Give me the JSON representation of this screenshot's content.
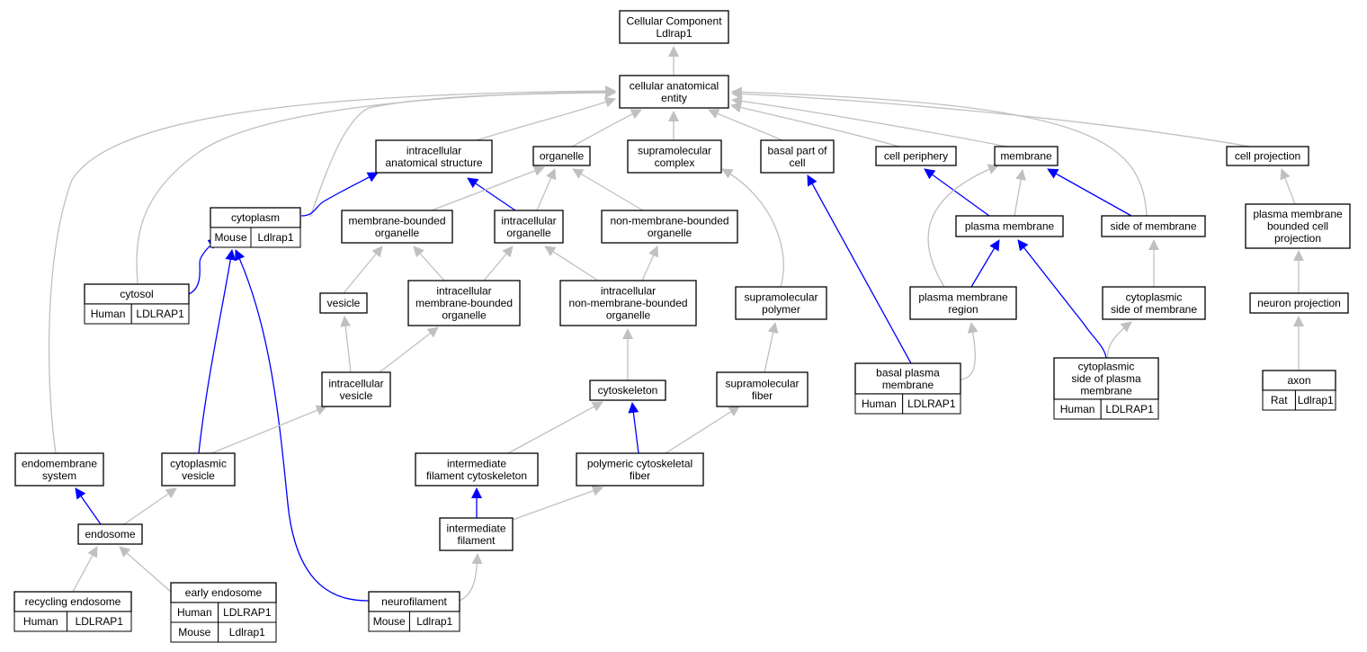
{
  "colors": {
    "is_a_edge": "#c0c0c0",
    "part_of_edge": "#0000ff",
    "human": "#ff6347",
    "mouse": "#add8e6",
    "rat": "#ffd700",
    "node_fill": "#ffffff",
    "node_border": "#000000"
  },
  "nodes": [
    {
      "id": "root",
      "lines": [
        "Cellular Component",
        "Ldlrap1"
      ]
    },
    {
      "id": "cae",
      "lines": [
        "cellular anatomical",
        "entity"
      ]
    },
    {
      "id": "ias",
      "lines": [
        "intracellular",
        "anatomical structure"
      ]
    },
    {
      "id": "organelle",
      "lines": [
        "organelle"
      ]
    },
    {
      "id": "supcomplex",
      "lines": [
        "supramolecular",
        "complex"
      ]
    },
    {
      "id": "basalpart",
      "lines": [
        "basal part of",
        "cell"
      ]
    },
    {
      "id": "cellper",
      "lines": [
        "cell periphery"
      ]
    },
    {
      "id": "membrane",
      "lines": [
        "membrane"
      ]
    },
    {
      "id": "cellproj",
      "lines": [
        "cell projection"
      ]
    },
    {
      "id": "cytoplasm",
      "lines": [
        "cytoplasm"
      ],
      "ann": [
        [
          "Mouse",
          "Ldlrap1"
        ]
      ]
    },
    {
      "id": "mbo",
      "lines": [
        "membrane-bounded",
        "organelle"
      ]
    },
    {
      "id": "intraorg",
      "lines": [
        "intracellular",
        "organelle"
      ]
    },
    {
      "id": "nmbo",
      "lines": [
        "non-membrane-bounded",
        "organelle"
      ]
    },
    {
      "id": "plasmamem",
      "lines": [
        "plasma membrane"
      ]
    },
    {
      "id": "sideofmem",
      "lines": [
        "side of membrane"
      ]
    },
    {
      "id": "pmbcp",
      "lines": [
        "plasma membrane",
        "bounded cell",
        "projection"
      ]
    },
    {
      "id": "cytosol",
      "lines": [
        "cytosol"
      ],
      "ann": [
        [
          "Human",
          "LDLRAP1"
        ]
      ]
    },
    {
      "id": "vesicle",
      "lines": [
        "vesicle"
      ]
    },
    {
      "id": "imbo",
      "lines": [
        "intracellular",
        "membrane-bounded",
        "organelle"
      ]
    },
    {
      "id": "inmbo",
      "lines": [
        "intracellular",
        "non-membrane-bounded",
        "organelle"
      ]
    },
    {
      "id": "suppolymer",
      "lines": [
        "supramolecular",
        "polymer"
      ]
    },
    {
      "id": "pmregion",
      "lines": [
        "plasma membrane",
        "region"
      ]
    },
    {
      "id": "cytosidemem",
      "lines": [
        "cytoplasmic",
        "side of membrane"
      ]
    },
    {
      "id": "neuronproj",
      "lines": [
        "neuron projection"
      ]
    },
    {
      "id": "intravesicle",
      "lines": [
        "intracellular",
        "vesicle"
      ]
    },
    {
      "id": "cytoskeleton",
      "lines": [
        "cytoskeleton"
      ]
    },
    {
      "id": "supfiber",
      "lines": [
        "supramolecular",
        "fiber"
      ]
    },
    {
      "id": "basalpm",
      "lines": [
        "basal plasma",
        "membrane"
      ],
      "ann": [
        [
          "Human",
          "LDLRAP1"
        ]
      ]
    },
    {
      "id": "cytosidepm",
      "lines": [
        "cytoplasmic",
        "side of plasma",
        "membrane"
      ],
      "ann": [
        [
          "Human",
          "LDLRAP1"
        ]
      ]
    },
    {
      "id": "axon",
      "lines": [
        "axon"
      ],
      "ann": [
        [
          "Rat",
          "Ldlrap1"
        ]
      ]
    },
    {
      "id": "endomem",
      "lines": [
        "endomembrane",
        "system"
      ]
    },
    {
      "id": "cytovesicle",
      "lines": [
        "cytoplasmic",
        "vesicle"
      ]
    },
    {
      "id": "ifcyto",
      "lines": [
        "intermediate",
        "filament cytoskeleton"
      ]
    },
    {
      "id": "polyfiber",
      "lines": [
        "polymeric cytoskeletal",
        "fiber"
      ]
    },
    {
      "id": "endosome",
      "lines": [
        "endosome"
      ]
    },
    {
      "id": "intfil",
      "lines": [
        "intermediate",
        "filament"
      ]
    },
    {
      "id": "recendo",
      "lines": [
        "recycling endosome"
      ],
      "ann": [
        [
          "Human",
          "LDLRAP1"
        ]
      ]
    },
    {
      "id": "earlyendo",
      "lines": [
        "early endosome"
      ],
      "ann": [
        [
          "Human",
          "LDLRAP1"
        ],
        [
          "Mouse",
          "Ldlrap1"
        ]
      ]
    },
    {
      "id": "neurofil",
      "lines": [
        "neurofilament"
      ],
      "ann": [
        [
          "Mouse",
          "Ldlrap1"
        ]
      ]
    }
  ],
  "edges": [
    {
      "from": "cae",
      "to": "root",
      "rel": "is_a"
    },
    {
      "from": "ias",
      "to": "cae",
      "rel": "is_a"
    },
    {
      "from": "organelle",
      "to": "cae",
      "rel": "is_a"
    },
    {
      "from": "supcomplex",
      "to": "cae",
      "rel": "is_a"
    },
    {
      "from": "basalpart",
      "to": "cae",
      "rel": "is_a"
    },
    {
      "from": "cellper",
      "to": "cae",
      "rel": "is_a"
    },
    {
      "from": "membrane",
      "to": "cae",
      "rel": "is_a"
    },
    {
      "from": "cellproj",
      "to": "cae",
      "rel": "is_a"
    },
    {
      "from": "cytoplasm",
      "to": "cae",
      "rel": "is_a"
    },
    {
      "from": "cytosol",
      "to": "cae",
      "rel": "is_a"
    },
    {
      "from": "endomem",
      "to": "cae",
      "rel": "is_a"
    },
    {
      "from": "sideofmem",
      "to": "cae",
      "rel": "is_a"
    },
    {
      "from": "cytoplasm",
      "to": "ias",
      "rel": "part_of"
    },
    {
      "from": "intraorg",
      "to": "ias",
      "rel": "part_of"
    },
    {
      "from": "mbo",
      "to": "organelle",
      "rel": "is_a"
    },
    {
      "from": "intraorg",
      "to": "organelle",
      "rel": "is_a"
    },
    {
      "from": "nmbo",
      "to": "organelle",
      "rel": "is_a"
    },
    {
      "from": "cytosol",
      "to": "cytoplasm",
      "rel": "part_of"
    },
    {
      "from": "cytovesicle",
      "to": "cytoplasm",
      "rel": "part_of"
    },
    {
      "from": "neurofil",
      "to": "cytoplasm",
      "rel": "part_of"
    },
    {
      "from": "vesicle",
      "to": "mbo",
      "rel": "is_a"
    },
    {
      "from": "imbo",
      "to": "mbo",
      "rel": "is_a"
    },
    {
      "from": "imbo",
      "to": "intraorg",
      "rel": "is_a"
    },
    {
      "from": "inmbo",
      "to": "intraorg",
      "rel": "is_a"
    },
    {
      "from": "inmbo",
      "to": "nmbo",
      "rel": "is_a"
    },
    {
      "from": "intravesicle",
      "to": "vesicle",
      "rel": "is_a"
    },
    {
      "from": "intravesicle",
      "to": "imbo",
      "rel": "is_a"
    },
    {
      "from": "cytoskeleton",
      "to": "inmbo",
      "rel": "is_a"
    },
    {
      "from": "cytovesicle",
      "to": "intravesicle",
      "rel": "is_a"
    },
    {
      "from": "suppolymer",
      "to": "supcomplex",
      "rel": "is_a"
    },
    {
      "from": "supfiber",
      "to": "suppolymer",
      "rel": "is_a"
    },
    {
      "from": "polyfiber",
      "to": "supfiber",
      "rel": "is_a"
    },
    {
      "from": "polyfiber",
      "to": "cytoskeleton",
      "rel": "part_of"
    },
    {
      "from": "ifcyto",
      "to": "cytoskeleton",
      "rel": "is_a"
    },
    {
      "from": "intfil",
      "to": "ifcyto",
      "rel": "part_of"
    },
    {
      "from": "intfil",
      "to": "polyfiber",
      "rel": "is_a"
    },
    {
      "from": "neurofil",
      "to": "intfil",
      "rel": "is_a"
    },
    {
      "from": "basalpm",
      "to": "basalpart",
      "rel": "part_of"
    },
    {
      "from": "basalpm",
      "to": "pmregion",
      "rel": "is_a"
    },
    {
      "from": "plasmamem",
      "to": "cellper",
      "rel": "part_of"
    },
    {
      "from": "plasmamem",
      "to": "membrane",
      "rel": "is_a"
    },
    {
      "from": "sideofmem",
      "to": "membrane",
      "rel": "part_of"
    },
    {
      "from": "pmregion",
      "to": "plasmamem",
      "rel": "part_of"
    },
    {
      "from": "pmregion",
      "to": "membrane",
      "rel": "is_a"
    },
    {
      "from": "cytosidepm",
      "to": "plasmamem",
      "rel": "part_of"
    },
    {
      "from": "cytosidepm",
      "to": "cytosidemem",
      "rel": "is_a"
    },
    {
      "from": "cytosidemem",
      "to": "sideofmem",
      "rel": "is_a"
    },
    {
      "from": "pmbcp",
      "to": "cellproj",
      "rel": "is_a"
    },
    {
      "from": "neuronproj",
      "to": "pmbcp",
      "rel": "is_a"
    },
    {
      "from": "axon",
      "to": "neuronproj",
      "rel": "is_a"
    },
    {
      "from": "endosome",
      "to": "endomem",
      "rel": "part_of"
    },
    {
      "from": "endosome",
      "to": "cytovesicle",
      "rel": "is_a"
    },
    {
      "from": "recendo",
      "to": "endosome",
      "rel": "is_a"
    },
    {
      "from": "earlyendo",
      "to": "endosome",
      "rel": "is_a"
    }
  ]
}
